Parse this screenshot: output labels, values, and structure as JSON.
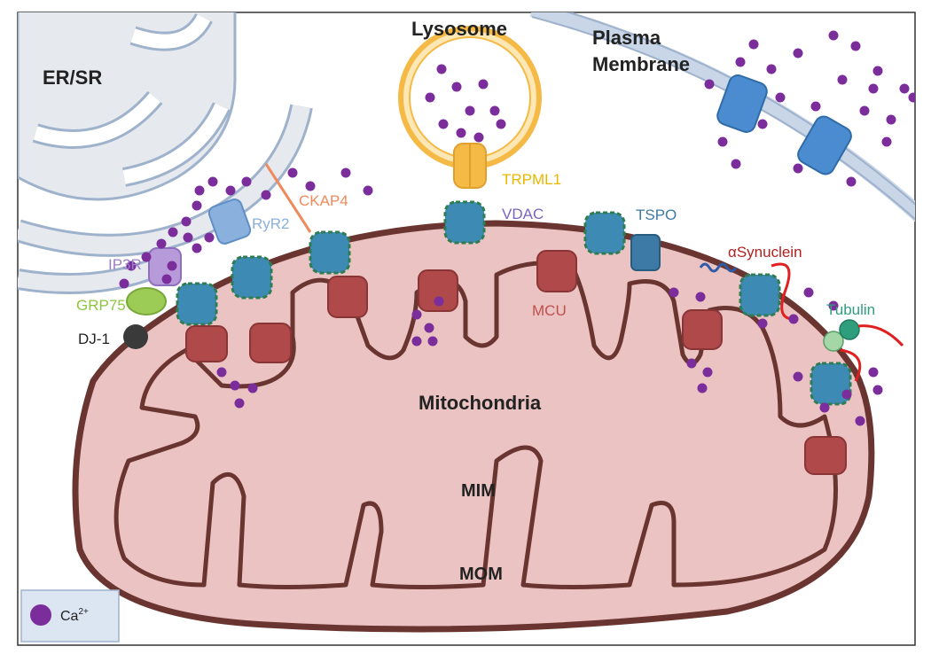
{
  "labels": {
    "er_sr": "ER/SR",
    "lysosome": "Lysosome",
    "plasma_membrane_line1": "Plasma",
    "plasma_membrane_line2": "Membrane",
    "mitochondria": "Mitochondria",
    "mim": "MIM",
    "mom": "MOM",
    "trpml1": "TRPML1",
    "ckap4": "CKAP4",
    "ryr2": "RyR2",
    "vdac": "VDAC",
    "tspo": "TSPO",
    "ip3r": "IP3R",
    "grp75": "GRP75",
    "dj1": "DJ-1",
    "mcu": "MCU",
    "asynuclein": "αSynuclein",
    "tubulin": "Tubulin"
  },
  "legend": {
    "ca_label": "Ca",
    "ca_superscript": "2+"
  },
  "colors": {
    "calcium": "#7b2d9b",
    "mito_fill": "#eac3c2",
    "mito_outline": "#6a3530",
    "mcu": "#b04a4a",
    "er_fill": "#e6e9ee",
    "er_outline": "#9fb2cc",
    "lysosome": "#f5b945",
    "plasma_channel": "#4a8ccf",
    "trpml1_text": "#e7b800",
    "ckap4_text": "#ee8a5c",
    "ryr2_text": "#8ab0dd",
    "vdac_text": "#7b64c0",
    "tspo_text": "#3d7aa6",
    "ip3r_text": "#9c7dc8",
    "grp75_text": "#8ec63f",
    "mcu_text": "#c0504d",
    "asynuclein_text": "#b02020",
    "tubulin_text": "#2f9e7c"
  }
}
